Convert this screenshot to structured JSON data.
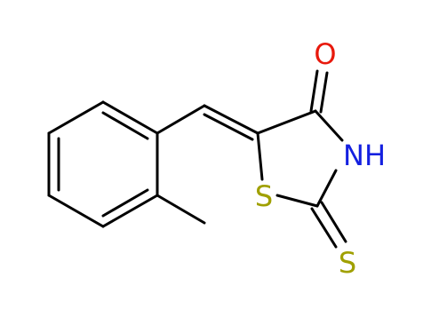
{
  "molecule": {
    "atoms": {
      "oxygen": "O",
      "nitrogen_h": "NH",
      "ring_sulfur": "S",
      "thione_sulfur": "S"
    },
    "colors": {
      "bond": "#000000",
      "oxygen": "#e8190c",
      "nitrogen": "#1420e0",
      "sulfur": "#a0a000"
    }
  }
}
